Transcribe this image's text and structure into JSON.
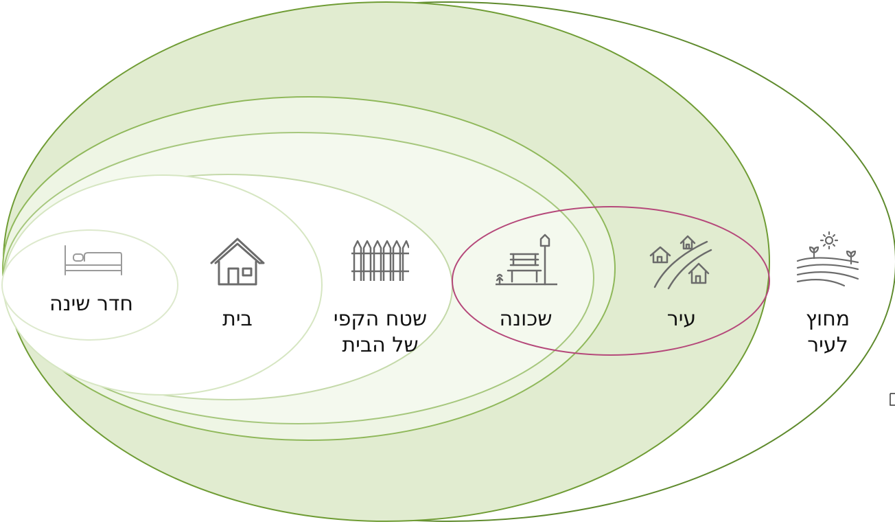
{
  "diagram": {
    "rings": [
      {
        "id": "bedroom",
        "lines": [
          "חדר שינה"
        ],
        "icon": "bed-icon"
      },
      {
        "id": "home",
        "lines": [
          "בית"
        ],
        "icon": "house-icon"
      },
      {
        "id": "yard",
        "lines": [
          "שטח הקפי",
          "של הבית"
        ],
        "icon": "fence-icon"
      },
      {
        "id": "neighborhood",
        "lines": [
          "שכונה"
        ],
        "icon": "park-bench-icon"
      },
      {
        "id": "city",
        "lines": [
          "עיר"
        ],
        "icon": "city-road-icon"
      },
      {
        "id": "outside-city",
        "lines": [
          "מחוץ",
          "לעיר"
        ],
        "icon": "countryside-icon"
      }
    ],
    "highlight_ring": "neighborhood",
    "colors": {
      "green_dark": "#5e8a2c",
      "green_mid": "#8fb85a",
      "green_fill": "#e1ecd0",
      "green_pale": "#eef5e4",
      "highlight": "#b5487a",
      "icon": "#6b6b6b",
      "text": "#111111"
    }
  }
}
